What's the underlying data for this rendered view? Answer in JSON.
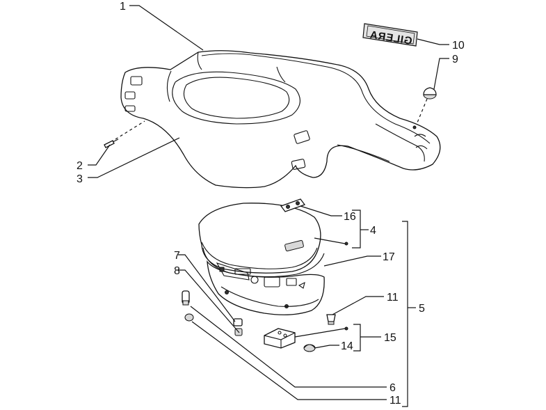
{
  "labels": {
    "l1": "1",
    "l2": "2",
    "l3": "3",
    "l4": "4",
    "l5": "5",
    "l6": "6",
    "l7": "7",
    "l8": "8",
    "l9": "9",
    "l10": "10",
    "l11a": "11",
    "l11b": "11",
    "l14": "14",
    "l15": "15",
    "l16": "16",
    "l17": "17"
  },
  "emblem": {
    "text": "GILERA",
    "mirrored": true
  }
}
